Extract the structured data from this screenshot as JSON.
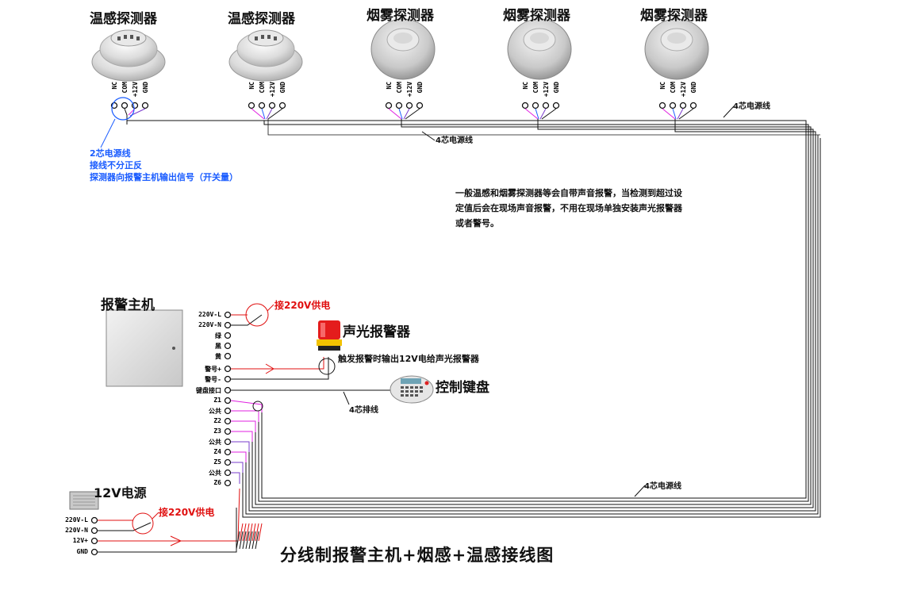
{
  "detectors": [
    {
      "title": "温感探测器",
      "kind": "heat",
      "pins": [
        "NC",
        "COM",
        "+12V",
        "GND"
      ]
    },
    {
      "title": "温感探测器",
      "kind": "heat",
      "pins": [
        "NC",
        "COM",
        "+12V",
        "GND"
      ]
    },
    {
      "title": "烟雾探测器",
      "kind": "smoke",
      "pins": [
        "NC",
        "COM",
        "+12V",
        "GND"
      ]
    },
    {
      "title": "烟雾探测器",
      "kind": "smoke",
      "pins": [
        "NC",
        "COM",
        "+12V",
        "GND"
      ]
    },
    {
      "title": "烟雾探测器",
      "kind": "smoke",
      "pins": [
        "NC",
        "COM",
        "+12V",
        "GND"
      ]
    }
  ],
  "cable_labels": {
    "four_core_top_right": "4芯电源线",
    "four_core_mid": "4芯电源线",
    "four_core_bottom": "4芯电源线",
    "four_core_bus": "4芯排线"
  },
  "two_core_note": [
    "2芯电源线",
    "接线不分正反",
    "探测器向报警主机输出信号（开关量）"
  ],
  "general_note": [
    "一般温感和烟雾探测器等会自带声音报警，当检测到超过设",
    "定值后会在现场声音报警，不用在现场单独安装声光报警器",
    "或者警号。"
  ],
  "panel": {
    "title": "报警主机",
    "terminals": [
      "220V-L",
      "220V-N",
      "绿",
      "黑",
      "黄",
      "警号+",
      "警号-",
      "键盘接口",
      "Z1",
      "公共",
      "Z2",
      "Z3",
      "公共",
      "Z4",
      "Z5",
      "公共",
      "Z6"
    ],
    "power_note": "接220V供电"
  },
  "siren": {
    "title": "声光报警器",
    "note": "触发报警时输出12V电给声光报警器"
  },
  "keypad": {
    "title": "控制键盘"
  },
  "psu": {
    "title": "12V电源",
    "terminals": [
      "220V-L",
      "220V-N",
      "12V+",
      "GND"
    ],
    "power_note": "接220V供电"
  },
  "diagram_title": "分线制报警主机+烟感+温感接线图",
  "colors": {
    "red": "#e01010",
    "blue": "#1a5cff",
    "magenta": "#e020e0",
    "purple": "#7a3ccc",
    "black": "#111111"
  }
}
